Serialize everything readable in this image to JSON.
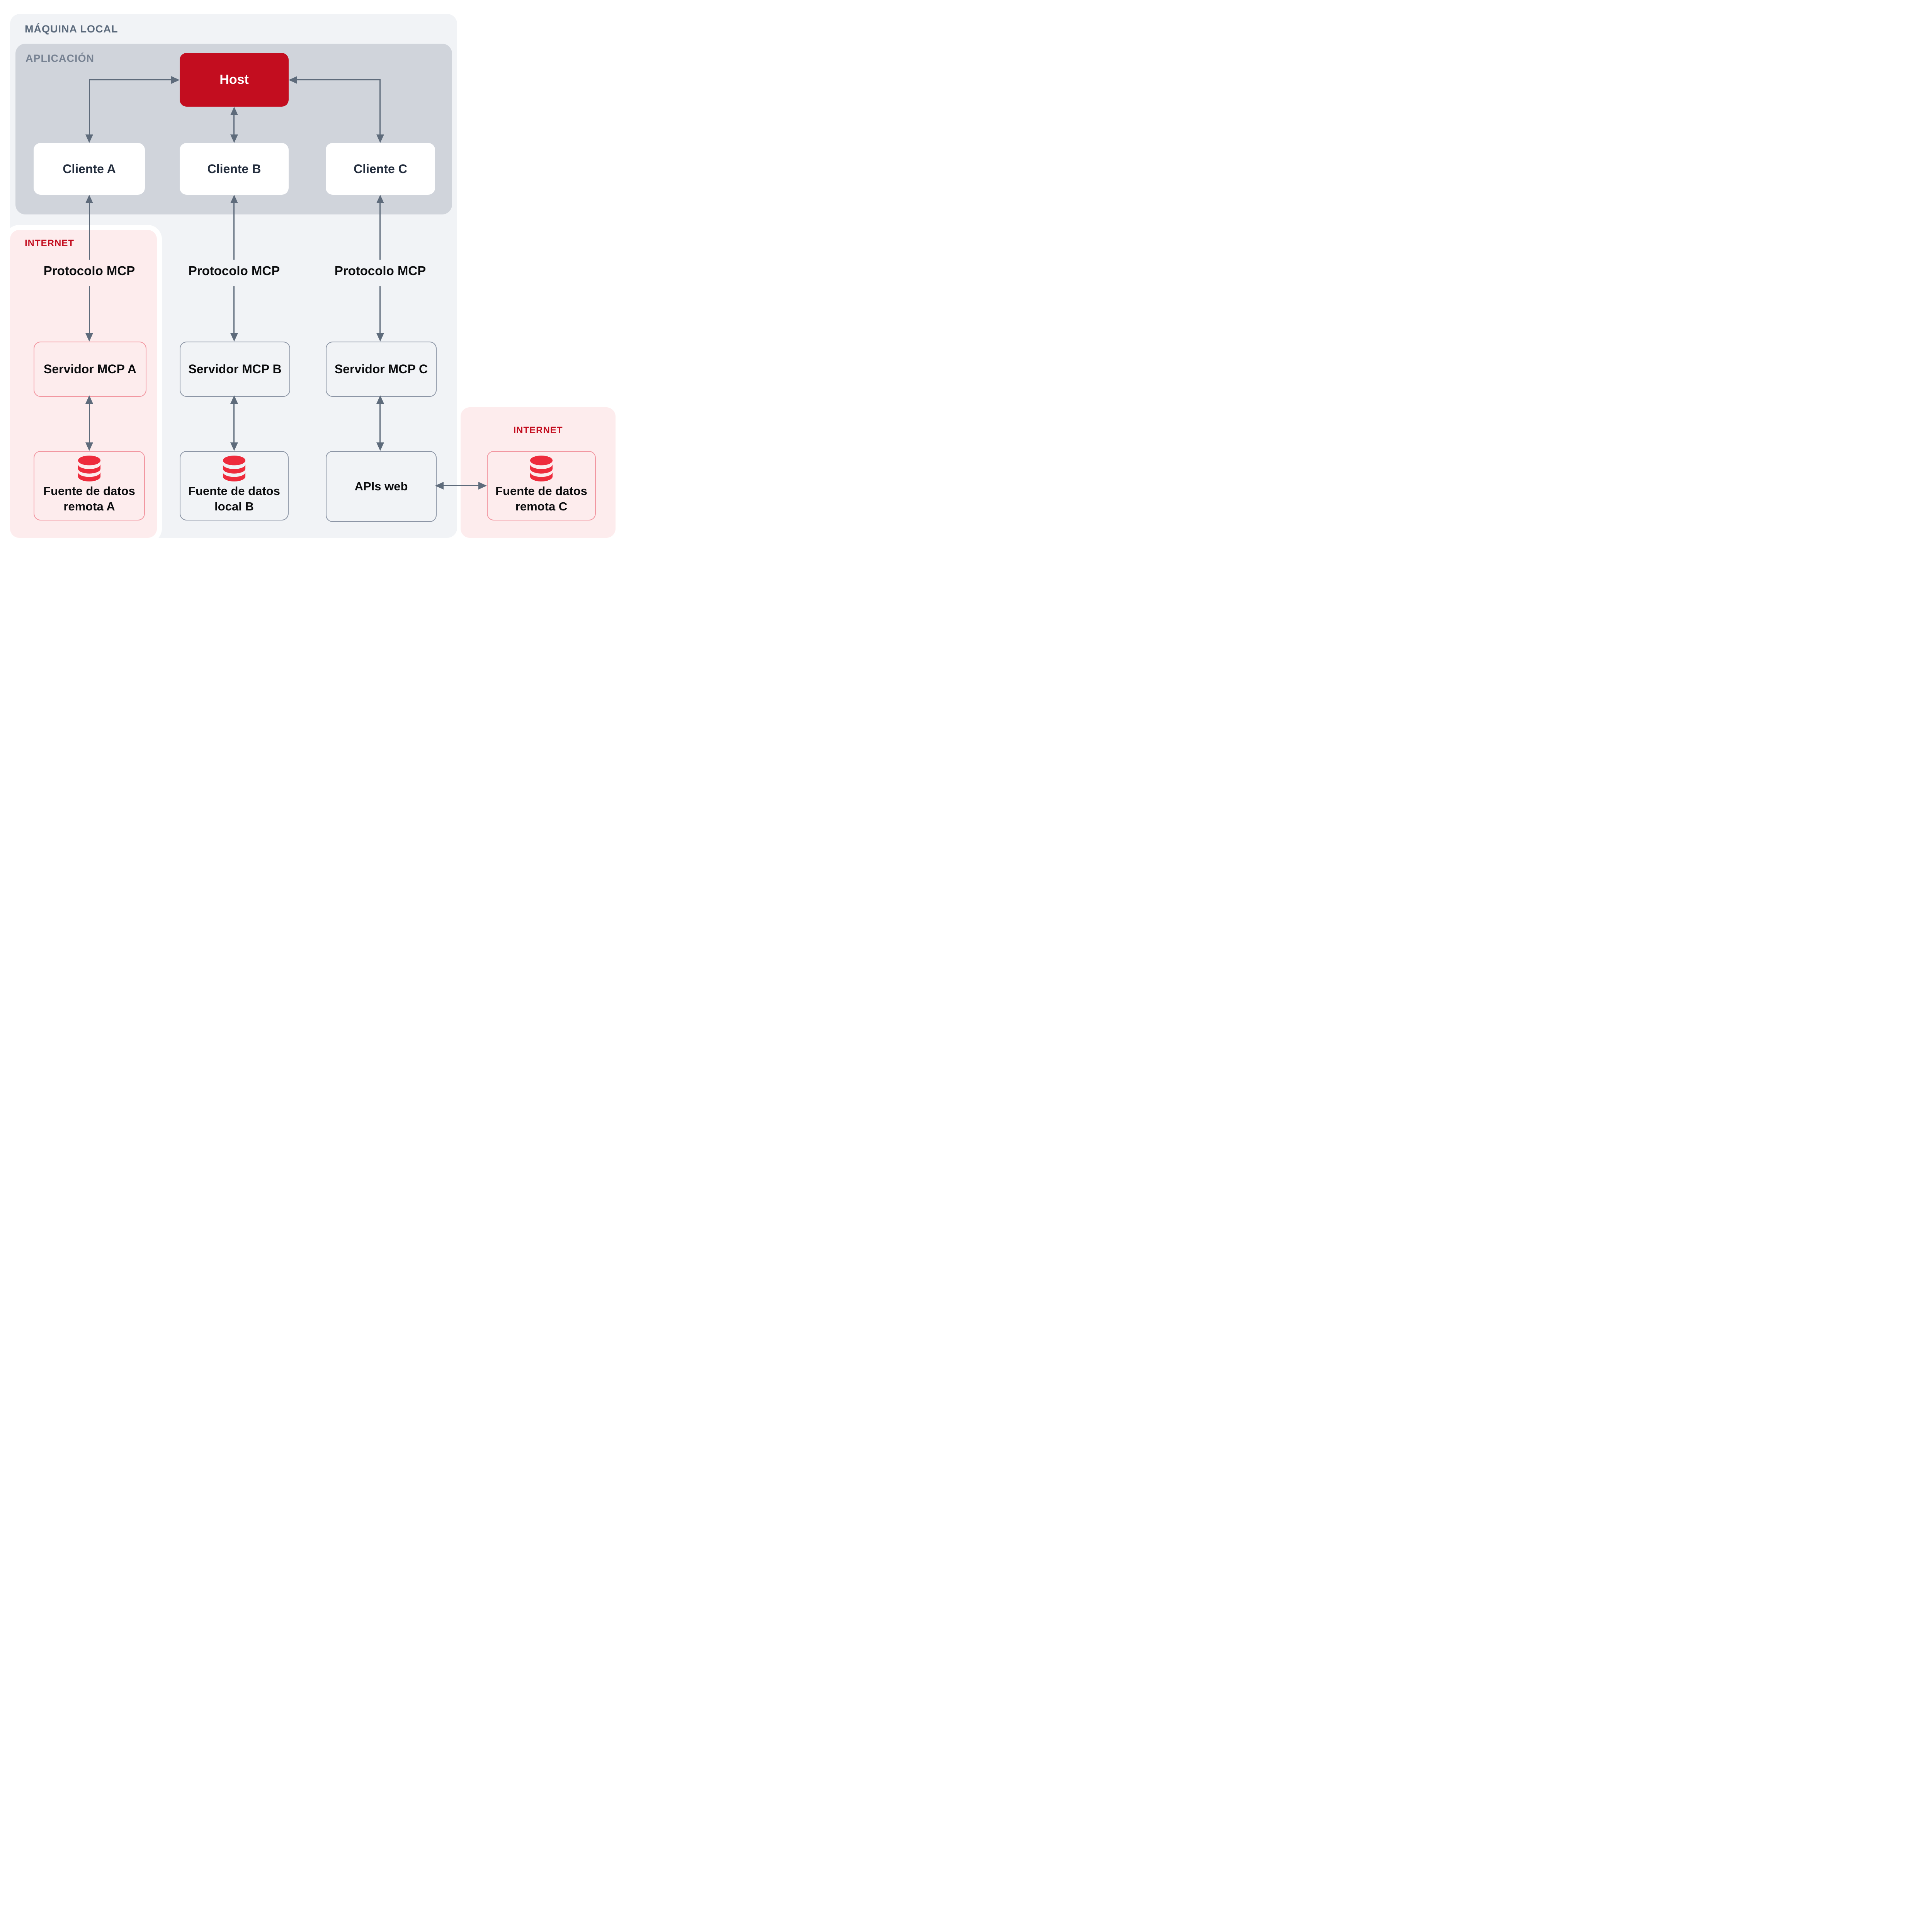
{
  "diagram": {
    "local_machine": {
      "label": "MÁQUINA LOCAL"
    },
    "application": {
      "label": "APLICACIÓN"
    },
    "internet_left": {
      "label": "INTERNET"
    },
    "internet_right": {
      "label": "INTERNET"
    },
    "host": {
      "label": "Host"
    },
    "clients": {
      "a": {
        "label": "Cliente A"
      },
      "b": {
        "label": "Cliente B"
      },
      "c": {
        "label": "Cliente C"
      }
    },
    "protocol_labels": {
      "a": "Protocolo MCP",
      "b": "Protocolo MCP",
      "c": "Protocolo MCP"
    },
    "servers": {
      "a": {
        "label": "Servidor MCP A"
      },
      "b": {
        "label": "Servidor MCP B"
      },
      "c": {
        "label": "Servidor MCP C"
      }
    },
    "sources": {
      "a": {
        "line1": "Fuente de datos",
        "line2": "remota A"
      },
      "b": {
        "line1": "Fuente de datos",
        "line2": "local B"
      },
      "apis": {
        "label": "APIs web"
      },
      "c": {
        "line1": "Fuente de datos",
        "line2": "remota C"
      }
    },
    "colors": {
      "host_red": "#c30d1f",
      "database_red": "#ee2b3c",
      "internet_label_red": "#c30d1f",
      "arrow_gray": "#5e6b7b",
      "local_machine_bg": "#f1f3f6",
      "application_bg": "#d0d4db",
      "internet_bg": "#fdeced",
      "pink_border": "#f297a1",
      "gray_border": "#8d96a6",
      "local_machine_label": "#5b6a7c",
      "application_label": "#778292",
      "client_text": "#242e3e",
      "node_text": "#0b0c0e"
    }
  }
}
